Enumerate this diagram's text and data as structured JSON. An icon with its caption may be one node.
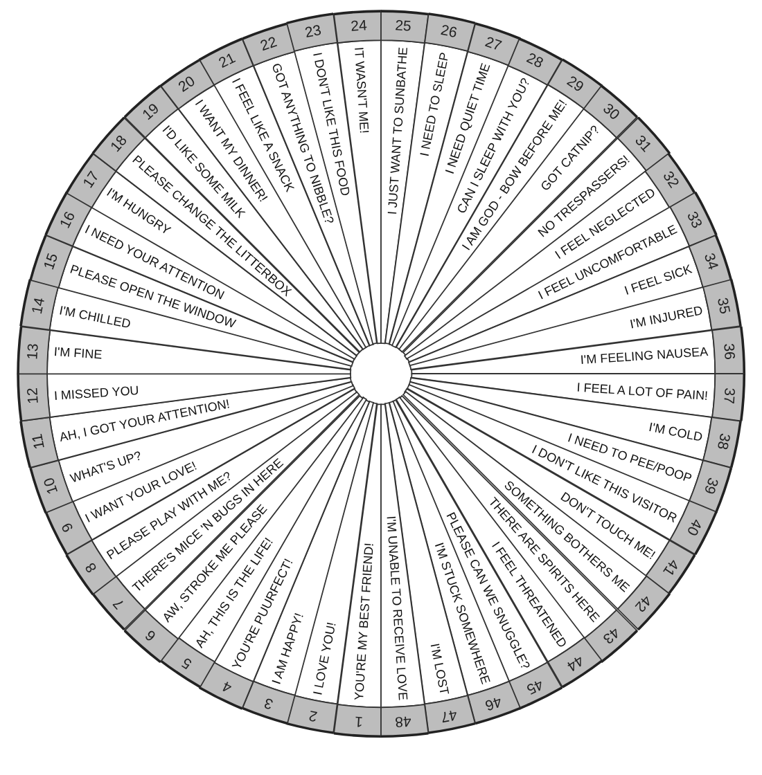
{
  "diagram": {
    "nodes": [
      {
        "text": [
          "1",
          "YOU'RE MY BEST FRIEND!"
        ]
      },
      {
        "text": [
          "2",
          "I LOVE YOU!"
        ]
      },
      {
        "text": [
          "3",
          "I AM HAPPY!"
        ]
      },
      {
        "text": [
          "4",
          "YOU'RE PUURFECT!"
        ]
      },
      {
        "text": [
          "5",
          "AH, THIS IS THE LIFE!"
        ]
      },
      {
        "text": [
          "6",
          "AW, STROKE ME PLEASE"
        ]
      },
      {
        "text": [
          "7",
          "THERE'S MICE 'N BUGS IN HERE"
        ]
      },
      {
        "text": [
          "8",
          "PLEASE PLAY WITH ME?"
        ]
      },
      {
        "text": [
          "9",
          "I WANT YOUR LOVE!"
        ]
      },
      {
        "text": [
          "10",
          "WHAT'S UP?"
        ]
      },
      {
        "text": [
          "11",
          "AH, I GOT YOUR ATTENTION!"
        ]
      },
      {
        "text": [
          "12",
          "I MISSED YOU"
        ]
      },
      {
        "text": [
          "13",
          "I'M FINE"
        ]
      },
      {
        "text": [
          "14",
          "I'M CHILLED"
        ]
      },
      {
        "text": [
          "15",
          "PLEASE OPEN THE WINDOW"
        ]
      },
      {
        "text": [
          "16",
          "I NEED YOUR ATTENTION"
        ]
      },
      {
        "text": [
          "17",
          "I'M HUNGRY"
        ]
      },
      {
        "text": [
          "18",
          "PLEASE CHANGE THE LITTERBOX"
        ]
      },
      {
        "text": [
          "19",
          "I'D LIKE SOME MILK"
        ]
      },
      {
        "text": [
          "20",
          "I WANT MY DINNER!"
        ]
      },
      {
        "text": [
          "21",
          "I FEEL LIKE A SNACK"
        ]
      },
      {
        "text": [
          "22",
          "GOT ANYTHING TO NIBBLE?"
        ]
      },
      {
        "text": [
          "23",
          "I DON'T LIKE THIS FOOD"
        ]
      },
      {
        "text": [
          "24",
          "IT WASN'T ME!"
        ]
      },
      {
        "text": [
          "25",
          "I JUST WANT TO SUNBATHE"
        ]
      },
      {
        "text": [
          "26",
          "I NEED TO SLEEP"
        ]
      },
      {
        "text": [
          "27",
          "I NEED QUIET TIME"
        ]
      },
      {
        "text": [
          "28",
          "CAN I SLEEP WITH YOU?"
        ]
      },
      {
        "text": [
          "29",
          "I AM GOD - BOW BEFORE ME!"
        ]
      },
      {
        "text": [
          "30",
          "GOT CATNIP?"
        ]
      },
      {
        "text": [
          "31",
          "NO TRESPASSERS!"
        ]
      },
      {
        "text": [
          "32",
          "I FEEL NEGLECTED"
        ]
      },
      {
        "text": [
          "33",
          "I FEEL UNCOMFORTABLE"
        ]
      },
      {
        "text": [
          "34",
          "I FEEL SICK"
        ]
      },
      {
        "text": [
          "35",
          "I'M INJURED"
        ]
      },
      {
        "text": [
          "36",
          "I'M FEELING NAUSEA"
        ]
      },
      {
        "text": [
          "37",
          "I FEEL A LOT OF PAIN!"
        ]
      },
      {
        "text": [
          "38",
          "I'M COLD"
        ]
      },
      {
        "text": [
          "39",
          "I NEED TO PEE/POOP"
        ]
      },
      {
        "text": [
          "40",
          "I DON'T LIKE THIS VISITOR"
        ]
      },
      {
        "text": [
          "41",
          "DON'T TOUCH ME!"
        ]
      },
      {
        "text": [
          "42",
          "SOMETHING BOTHERS ME"
        ]
      },
      {
        "text": [
          "43",
          "THERE ARE SPIRITS HERE"
        ]
      },
      {
        "text": [
          "44",
          "I FEEL THREATENED"
        ]
      },
      {
        "text": [
          "45",
          "PLEASE CAN WE SNUGGLE?"
        ]
      },
      {
        "text": [
          "46",
          "I'M STUCK SOMEWHERE"
        ]
      },
      {
        "text": [
          "47",
          "I'M LOST"
        ]
      },
      {
        "text": [
          "48",
          "I'M UNABLE TO RECEIVE LOVE"
        ]
      }
    ]
  }
}
